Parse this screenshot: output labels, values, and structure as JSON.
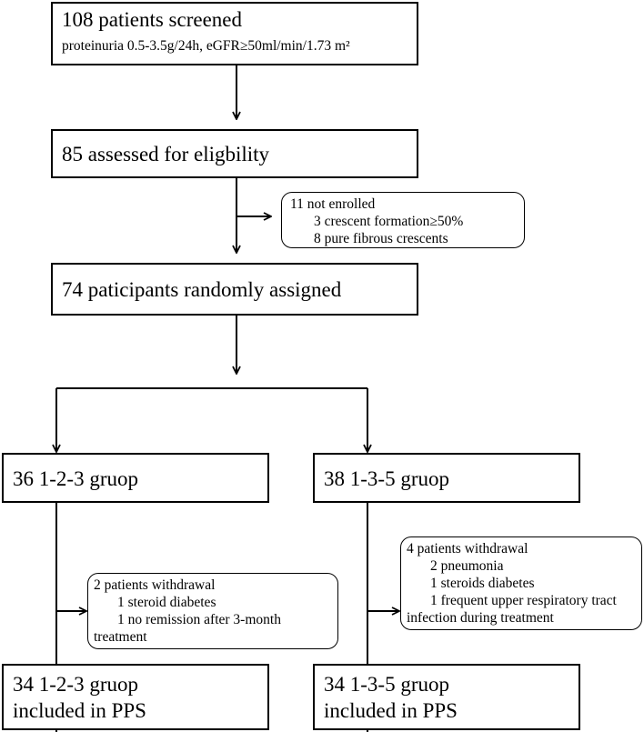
{
  "screened": {
    "title": "108 patients screened",
    "criteria": "proteinuria 0.5-3.5g/24h, eGFR≥50ml/min/1.73 m²"
  },
  "eligibility": {
    "title": "85 assessed for eligbility"
  },
  "not_enrolled": {
    "title": "11 not enrolled",
    "reasons": [
      "3 crescent formation≥50%",
      "8 pure fibrous crescents"
    ]
  },
  "randomized": {
    "title": "74 paticipants randomly assigned"
  },
  "group_a": {
    "title": "36 1-2-3 gruop",
    "withdrawal_title": "2 patients withdrawal",
    "withdrawal_reasons": [
      "1 steroid diabetes",
      "1 no remission after 3-month"
    ],
    "withdrawal_continuation": "treatment",
    "final_line1": "34 1-2-3 gruop",
    "final_line2": "included in PPS"
  },
  "group_b": {
    "title": "38 1-3-5 gruop",
    "withdrawal_title": "4 patients withdrawal",
    "withdrawal_reasons": [
      "2 pneumonia",
      "1 steroids diabetes",
      "1 frequent upper respiratory tract"
    ],
    "withdrawal_continuation": "infection during treatment",
    "final_line1": "34 1-3-5 gruop",
    "final_line2": "included in PPS"
  }
}
